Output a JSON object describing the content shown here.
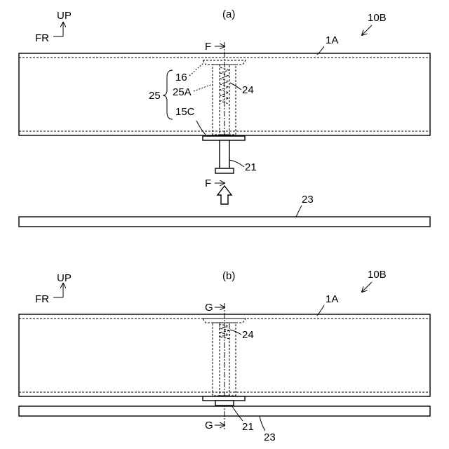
{
  "panel_a": {
    "title": "(a)",
    "axis_up": "UP",
    "axis_fr": "FR",
    "assembly": "10B",
    "member": "1A",
    "section_top": "F",
    "section_bottom": "F",
    "group_label": "25",
    "part_16": "16",
    "part_25a": "25A",
    "part_15c": "15C",
    "part_24": "24",
    "part_21": "21",
    "part_23": "23"
  },
  "panel_b": {
    "title": "(b)",
    "axis_up": "UP",
    "axis_fr": "FR",
    "assembly": "10B",
    "member": "1A",
    "section_top": "G",
    "section_bottom": "G",
    "part_24": "24",
    "part_21": "21",
    "part_23": "23"
  }
}
